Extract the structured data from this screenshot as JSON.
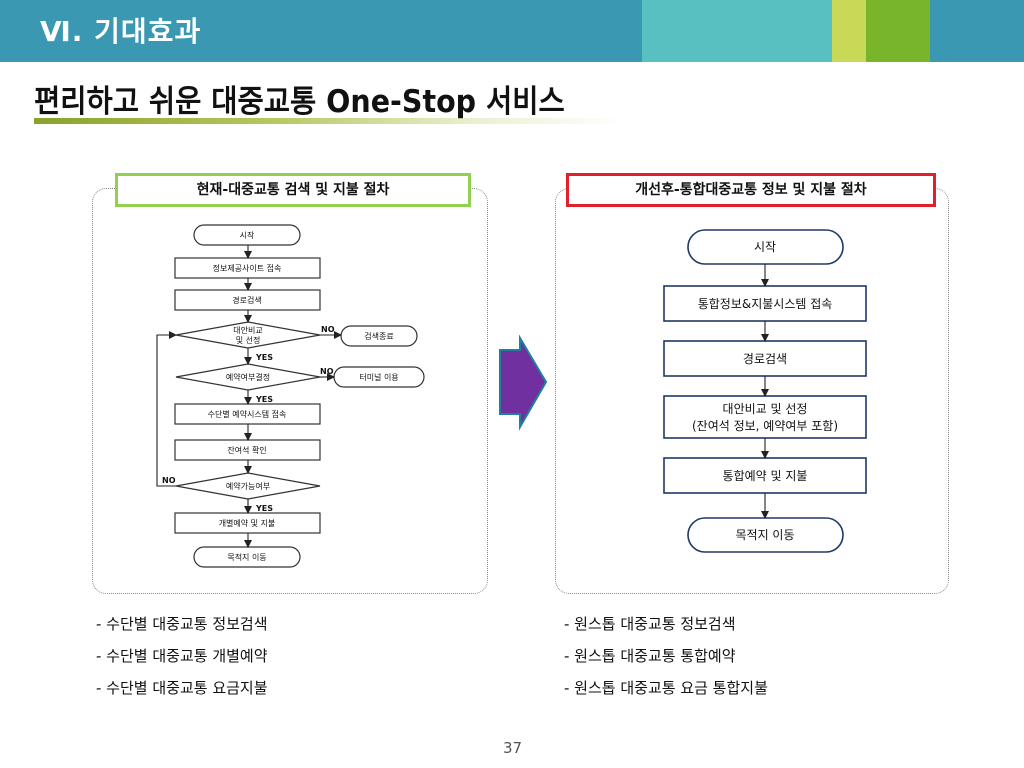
{
  "header": {
    "section_title": "Ⅵ. 기대효과",
    "colors": {
      "bar": "#3b98b2",
      "teal": "#58c0c1",
      "lime": "#c9d856",
      "green": "#79b52b"
    }
  },
  "main_title": "편리하고 쉬운 대중교통 One-Stop 서비스",
  "left_panel": {
    "label": "현재-대중교통 검색 및 지불 절차",
    "flow": {
      "start": "시작",
      "step1": "정보제공사이트 접속",
      "step2": "경로검색",
      "decision1": [
        "대안비교",
        "및 선정"
      ],
      "end1": "검색종료",
      "decision2": "예약여부결정",
      "end2": "터미널 이용",
      "step3": "수단별 예약시스템 접속",
      "step4": "잔여석 확인",
      "decision3": "예약가능여부",
      "step5": "개별예약 및 지불",
      "end": "목적지 이동",
      "yes": "YES",
      "no": "NO"
    },
    "bullets": [
      "- 수단별 대중교통 정보검색",
      "- 수단별 대중교통 개별예약",
      "- 수단별 대중교통 요금지불"
    ]
  },
  "right_panel": {
    "label": "개선후-통합대중교통 정보 및 지불 절차",
    "flow": {
      "start": "시작",
      "step1": "통합정보&지불시스템 접속",
      "step2": "경로검색",
      "step3": [
        "대안비교 및 선정",
        "(잔여석 정보, 예약여부 포함)"
      ],
      "step4": "통합예약 및 지불",
      "end": "목적지 이동"
    },
    "bullets": [
      "- 원스톱 대중교통 정보검색",
      "- 원스톱 대중교통 통합예약",
      "- 원스톱 대중교통 요금 통합지불"
    ]
  },
  "page_number": "37",
  "colors": {
    "arrow": "#7030a0",
    "arrow_border": "#1f7fa0",
    "left_label_border": "#92d050",
    "right_label_border": "#e0202a"
  }
}
